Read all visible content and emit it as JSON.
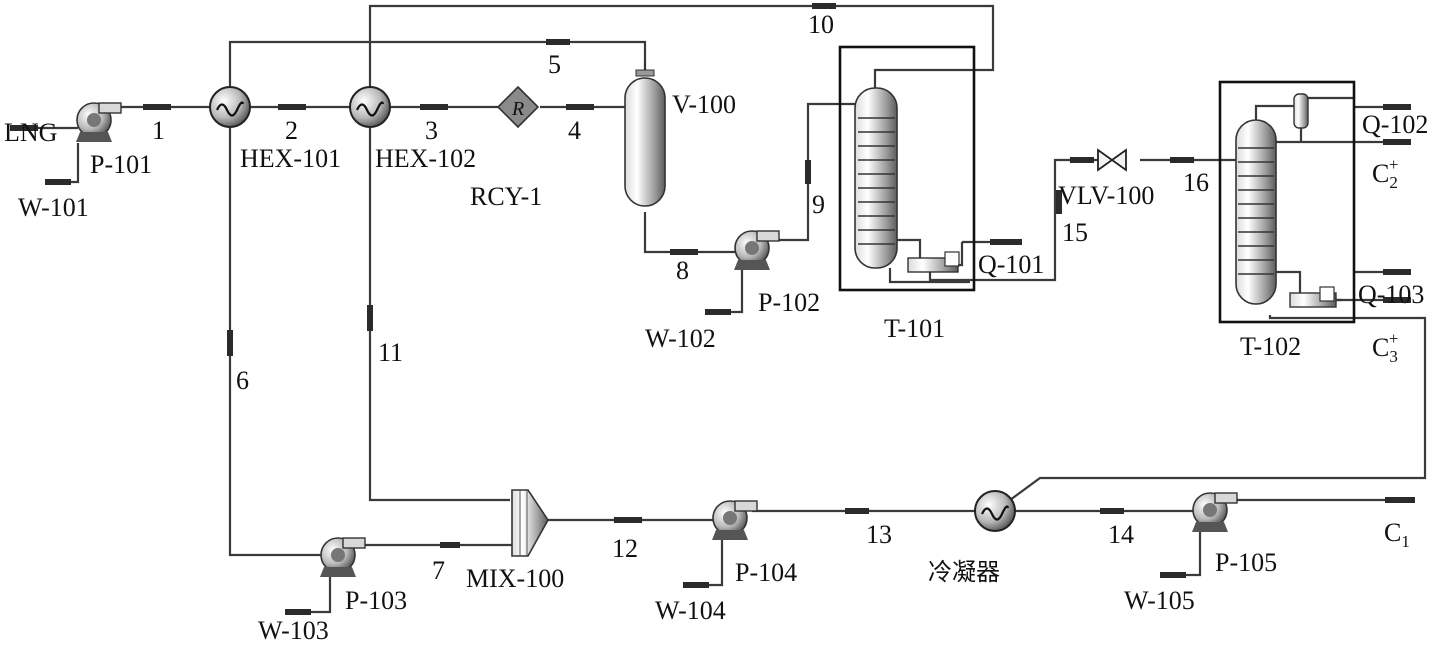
{
  "equipment": {
    "p101": "P-101",
    "p102": "P-102",
    "p103": "P-103",
    "p104": "P-104",
    "p105": "P-105",
    "hex101": "HEX-101",
    "hex102": "HEX-102",
    "rcy1": "RCY-1",
    "v100": "V-100",
    "t101": "T-101",
    "t102": "T-102",
    "vlv100": "VLV-100",
    "mix100": "MIX-100",
    "condenser": "冷凝器",
    "recycle_symbol": "R"
  },
  "energy": {
    "w101": "W-101",
    "w102": "W-102",
    "w103": "W-103",
    "w104": "W-104",
    "w105": "W-105",
    "q101": "Q-101",
    "q102": "Q-102",
    "q103": "Q-103"
  },
  "streams": {
    "feed": "LNG",
    "s1": "1",
    "s2": "2",
    "s3": "3",
    "s4": "4",
    "s5": "5",
    "s6": "6",
    "s7": "7",
    "s8": "8",
    "s9": "9",
    "s10": "10",
    "s11": "11",
    "s12": "12",
    "s13": "13",
    "s14": "14",
    "s15": "15",
    "s16": "16"
  },
  "products": {
    "c2_main": "C",
    "c2_sub": "2",
    "c2_sup": "+",
    "c3_main": "C",
    "c3_sub": "3",
    "c3_sup": "+",
    "c1_main": "C",
    "c1_sub": "1"
  }
}
